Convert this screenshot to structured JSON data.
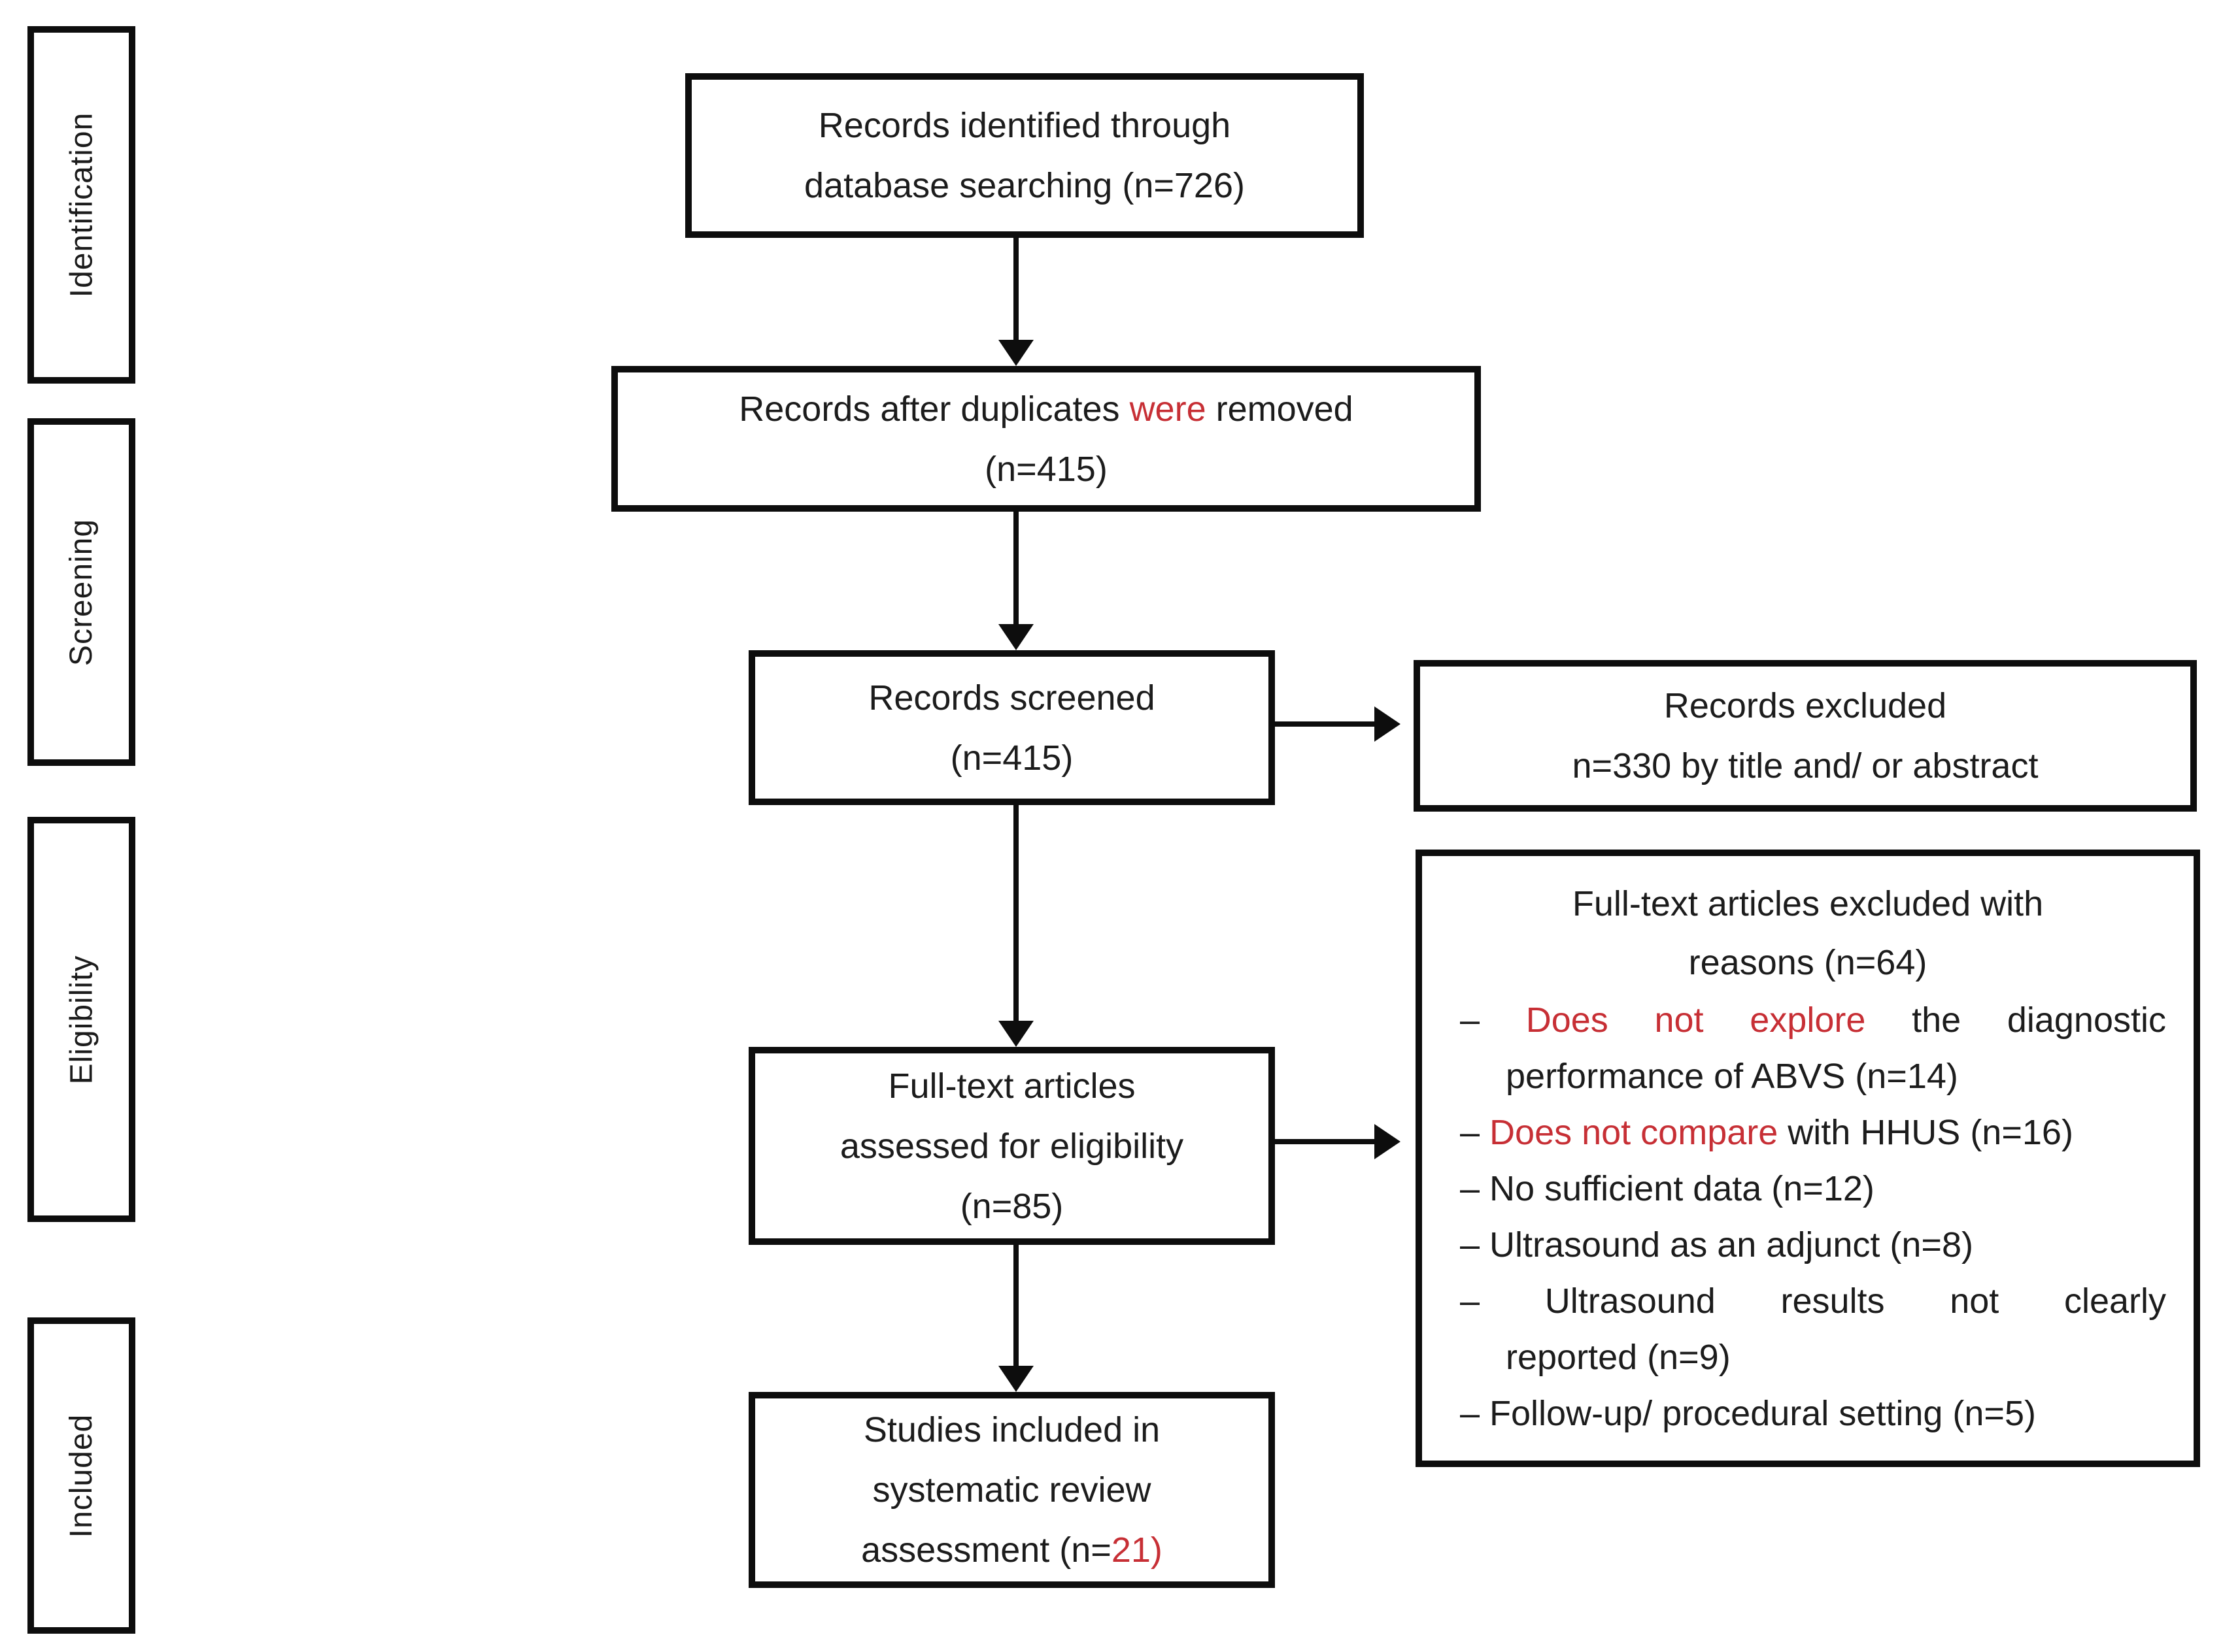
{
  "stages": {
    "identification": "Identification",
    "screening": "Screening",
    "eligibility": "Eligibility",
    "included": "Included"
  },
  "boxes": {
    "identified": {
      "line1": "Records identified through",
      "line2": "database searching (n=726)"
    },
    "duplicates": {
      "line1_pre": "Records after duplicates ",
      "line1_red": "were",
      "line1_post": " removed",
      "line2": "(n=415)"
    },
    "screened": {
      "line1": "Records screened",
      "line2": "(n=415)"
    },
    "records_excluded": {
      "line1": "Records excluded",
      "line2": "n=330 by title and/ or abstract"
    },
    "fulltext_assessed": {
      "line1": "Full-text articles",
      "line2": "assessed for eligibility",
      "line3": "(n=85)"
    },
    "fulltext_excluded": {
      "title1": "Full-text articles excluded with",
      "title2": "reasons (n=64)",
      "r1_pre": "– ",
      "r1_red": "Does not explore",
      "r1_post": " the diagnostic",
      "r1_cont": "performance of ABVS (n=14)",
      "r2_pre": "– ",
      "r2_red": "Does not compare",
      "r2_post": " with HHUS (n=16)",
      "r3": "– No sufficient data (n=12)",
      "r4": "– Ultrasound as an adjunct (n=8)",
      "r5": "– Ultrasound results not clearly",
      "r5_cont": "reported (n=9)",
      "r6": "– Follow-up/ procedural setting (n=5)"
    },
    "included_studies": {
      "line1": "Studies included in",
      "line2": "systematic review",
      "line3_pre": "assessment (n=",
      "line3_red": "21)"
    }
  },
  "colors": {
    "highlight_red": "#c72f35",
    "line_black": "#0d0d0d"
  }
}
